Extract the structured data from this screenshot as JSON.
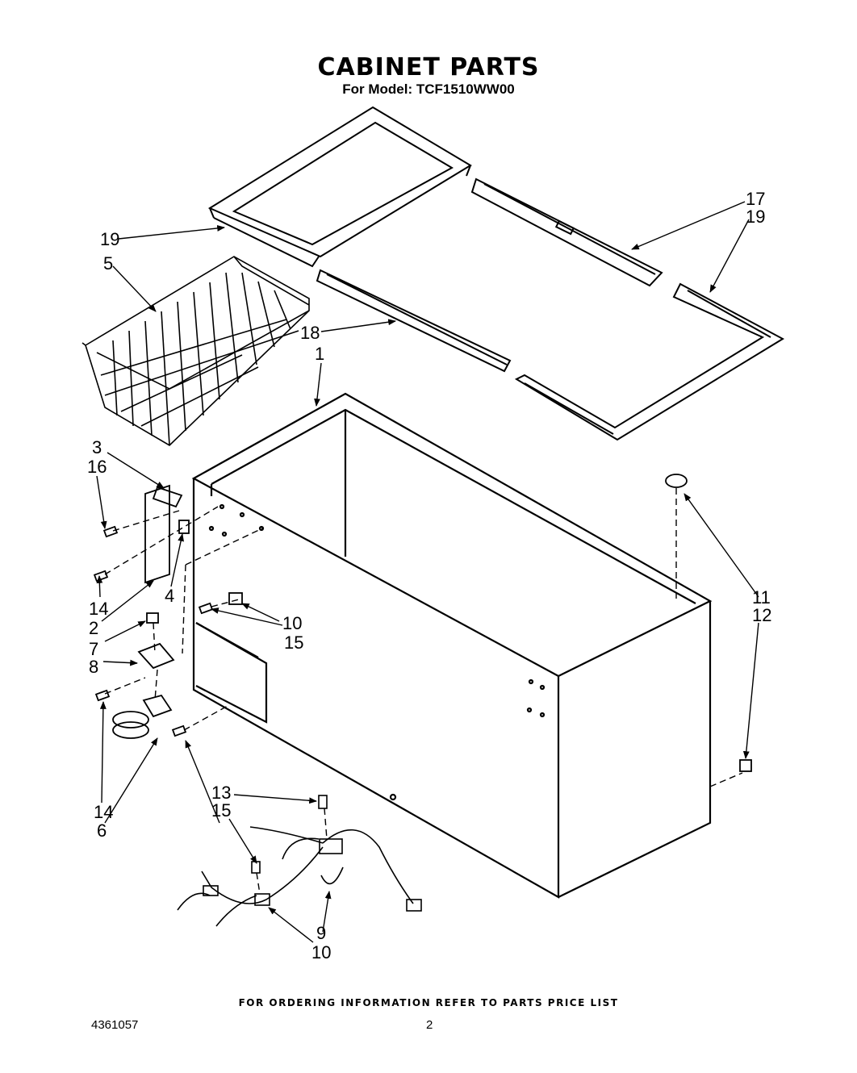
{
  "header": {
    "title": "CABINET PARTS",
    "subtitle": "For Model: TCF1510WW00"
  },
  "callouts": {
    "c1": "1",
    "c2": "2",
    "c3": "3",
    "c4": "4",
    "c5": "5",
    "c6": "6",
    "c7": "7",
    "c8": "8",
    "c9": "9",
    "c10a": "10",
    "c10b": "10",
    "c11": "11",
    "c12": "12",
    "c13": "13",
    "c14a": "14",
    "c14b": "14",
    "c15a": "15",
    "c15b": "15",
    "c16": "16",
    "c17": "17",
    "c18": "18",
    "c19a": "19",
    "c19b": "19"
  },
  "footer": {
    "note": "FOR ORDERING INFORMATION REFER TO PARTS PRICE LIST",
    "doc_number": "4361057",
    "page_number": "2"
  }
}
